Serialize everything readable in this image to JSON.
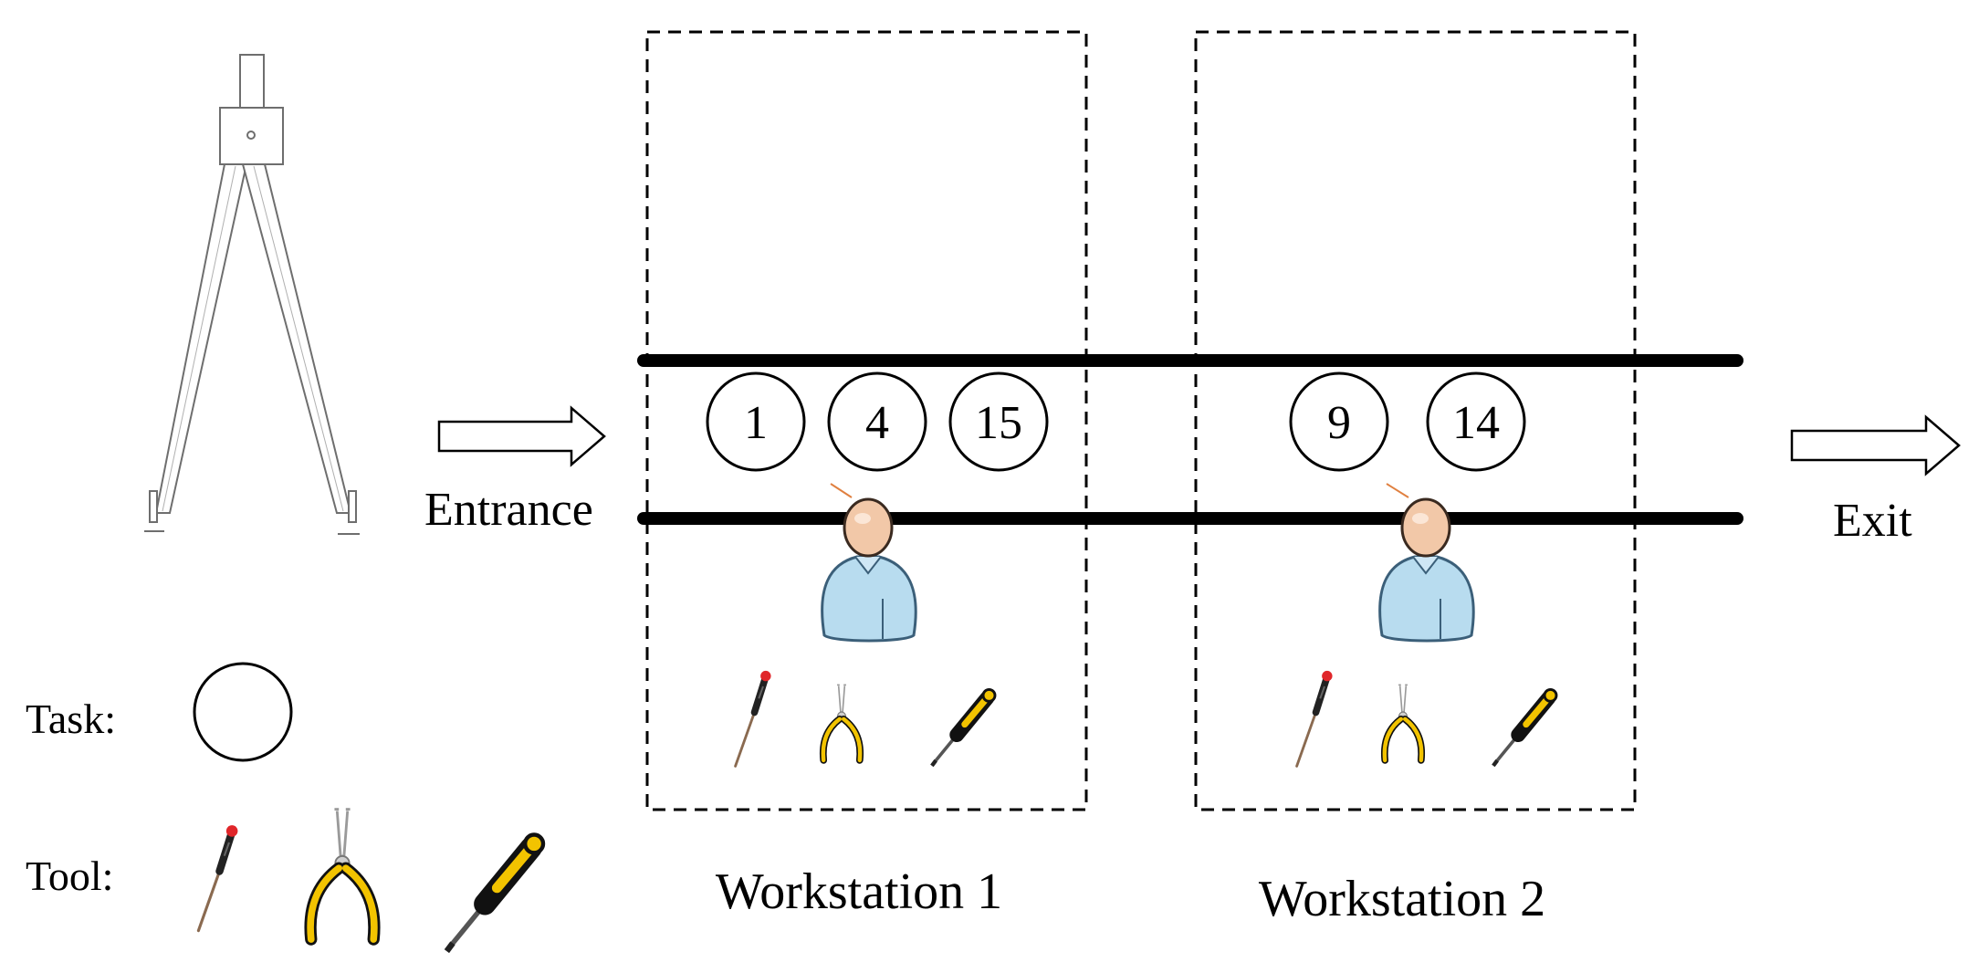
{
  "labels": {
    "entrance": "Entrance",
    "exit": "Exit",
    "task_legend": "Task:",
    "tool_legend": "Tool:"
  },
  "workstations": [
    {
      "name": "Workstation 1",
      "tasks": [
        "1",
        "4",
        "15"
      ]
    },
    {
      "name": "Workstation 2",
      "tasks": [
        "9",
        "14"
      ]
    }
  ],
  "icons": {
    "product": "drafting-compass-icon",
    "worker": "worker-icon",
    "tools": [
      "precision-screwdriver-icon",
      "pliers-icon",
      "screwdriver-icon"
    ]
  },
  "colors": {
    "line": "#000000",
    "worker_body": "#b8dcef",
    "worker_head": "#f2c8a8",
    "tool_yellow": "#f2c300",
    "tool_red": "#e0262a"
  }
}
